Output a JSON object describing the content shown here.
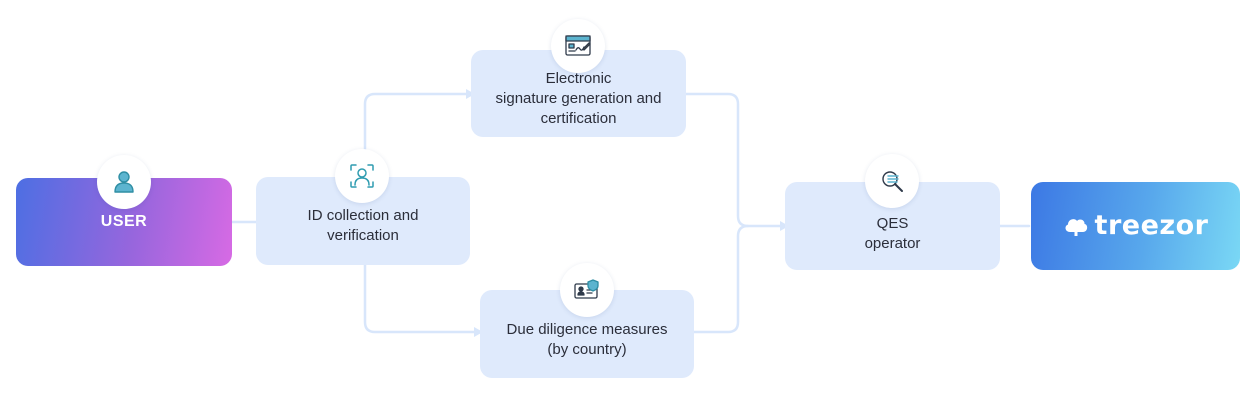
{
  "diagram": {
    "nodes": [
      {
        "id": "user",
        "label": "USER",
        "icon": "user-icon"
      },
      {
        "id": "id-collection",
        "label": "ID collection and\nverification",
        "icon": "face-scan-icon"
      },
      {
        "id": "e-signature",
        "label": "Electronic\nsignature generation and\ncertification",
        "icon": "signature-document-icon"
      },
      {
        "id": "due-diligence",
        "label": "Due diligence measures\n(by country)",
        "icon": "id-card-shield-icon"
      },
      {
        "id": "qes",
        "label": "QES\noperator",
        "icon": "magnifier-icon"
      },
      {
        "id": "treezor",
        "label": "treezor",
        "icon": "cloud-logo-icon"
      }
    ],
    "edges": [
      {
        "from": "user",
        "to": "id-collection"
      },
      {
        "from": "id-collection",
        "to": "e-signature"
      },
      {
        "from": "id-collection",
        "to": "due-diligence"
      },
      {
        "from": "e-signature",
        "to": "qes"
      },
      {
        "from": "due-diligence",
        "to": "qes"
      },
      {
        "from": "qes",
        "to": "treezor"
      }
    ]
  },
  "colors": {
    "box_fill": "#dfeafc",
    "connector": "#d8e6fb",
    "icon_teal": "#2f9cb0",
    "user_gradient": [
      "#4d6fe3",
      "#d76ae4"
    ],
    "treezor_gradient": [
      "#3c78e4",
      "#7ad8f5"
    ]
  }
}
